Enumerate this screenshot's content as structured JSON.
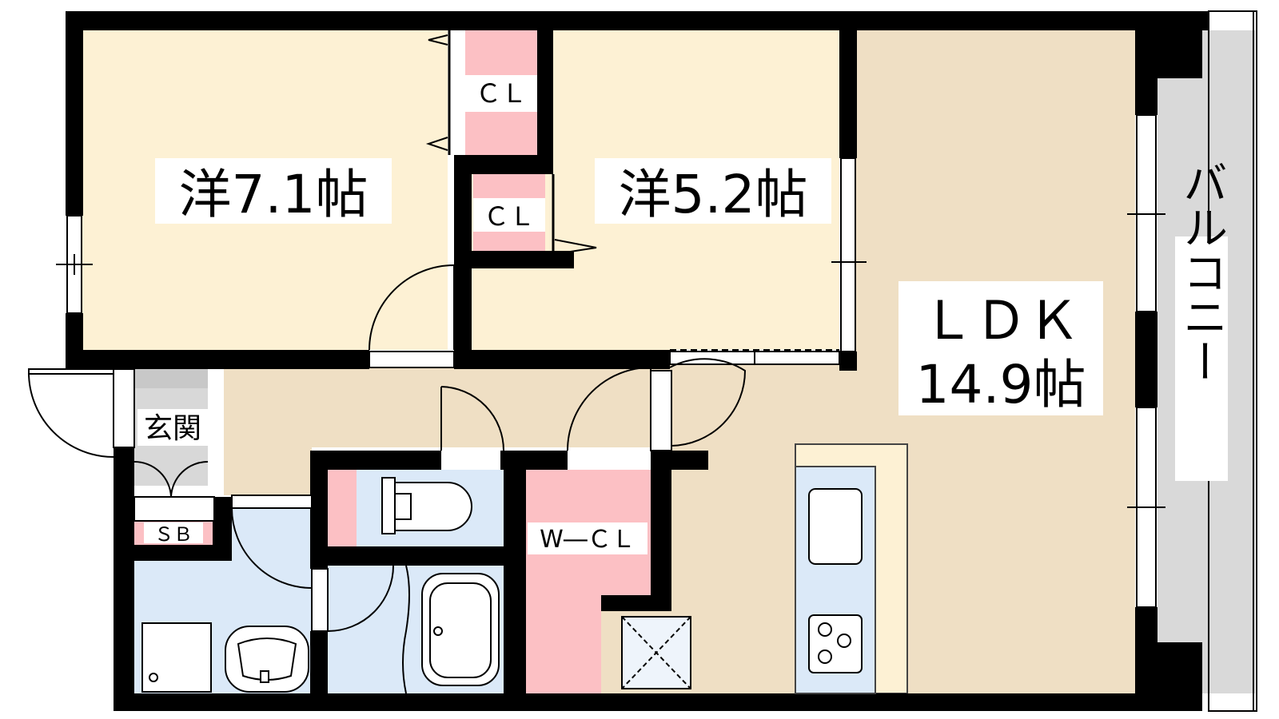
{
  "rooms": {
    "western_a": {
      "label": "洋7.1帖"
    },
    "western_b": {
      "label": "洋5.2帖"
    },
    "ldk": {
      "label_top": "ＬＤＫ",
      "label_bottom": "14.9帖"
    },
    "closet_a": {
      "label": "ＣＬ"
    },
    "closet_b": {
      "label": "ＣＬ"
    },
    "walk_in_closet": {
      "label": "W―ＣＬ"
    },
    "entrance": {
      "label": "玄関"
    },
    "shoe_box": {
      "label": "ＳＢ"
    },
    "balcony": {
      "label": "バルコニー"
    }
  },
  "colors": {
    "western_floor": "#fdf1d4",
    "ldk_floor": "#efdfc4",
    "hall_floor": "#efdfc4",
    "closet_pink": "#fcc0c4",
    "wet_area_blue": "#dbe9f8",
    "balcony_gray": "#d9d9d9",
    "entrance_gray": "#d8d8d8",
    "kitchen_counter": "#fdf1d4",
    "wall": "#000000"
  }
}
